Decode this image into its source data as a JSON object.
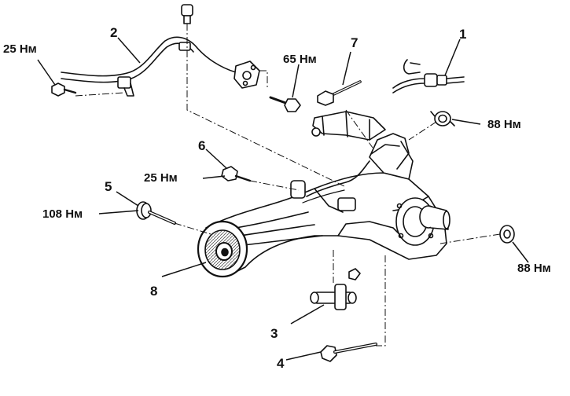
{
  "labels": {
    "part_1": "1",
    "part_2": "2",
    "part_3": "3",
    "part_4": "4",
    "part_5": "5",
    "part_6": "6",
    "part_7": "7",
    "part_8": "8"
  },
  "torques": {
    "t_sensor_bracket": "25 Нм",
    "t_sensor_bolt": "65 Нм",
    "t_upper_nut": "88 Нм",
    "t_bushing_bolt": "25 Нм",
    "t_pivot_bolt": "108 Нм",
    "t_lower_nut": "88 Нм"
  },
  "colors": {
    "ink": "#111111",
    "fill": "#ffffff",
    "shade": "#cfcfcf"
  }
}
